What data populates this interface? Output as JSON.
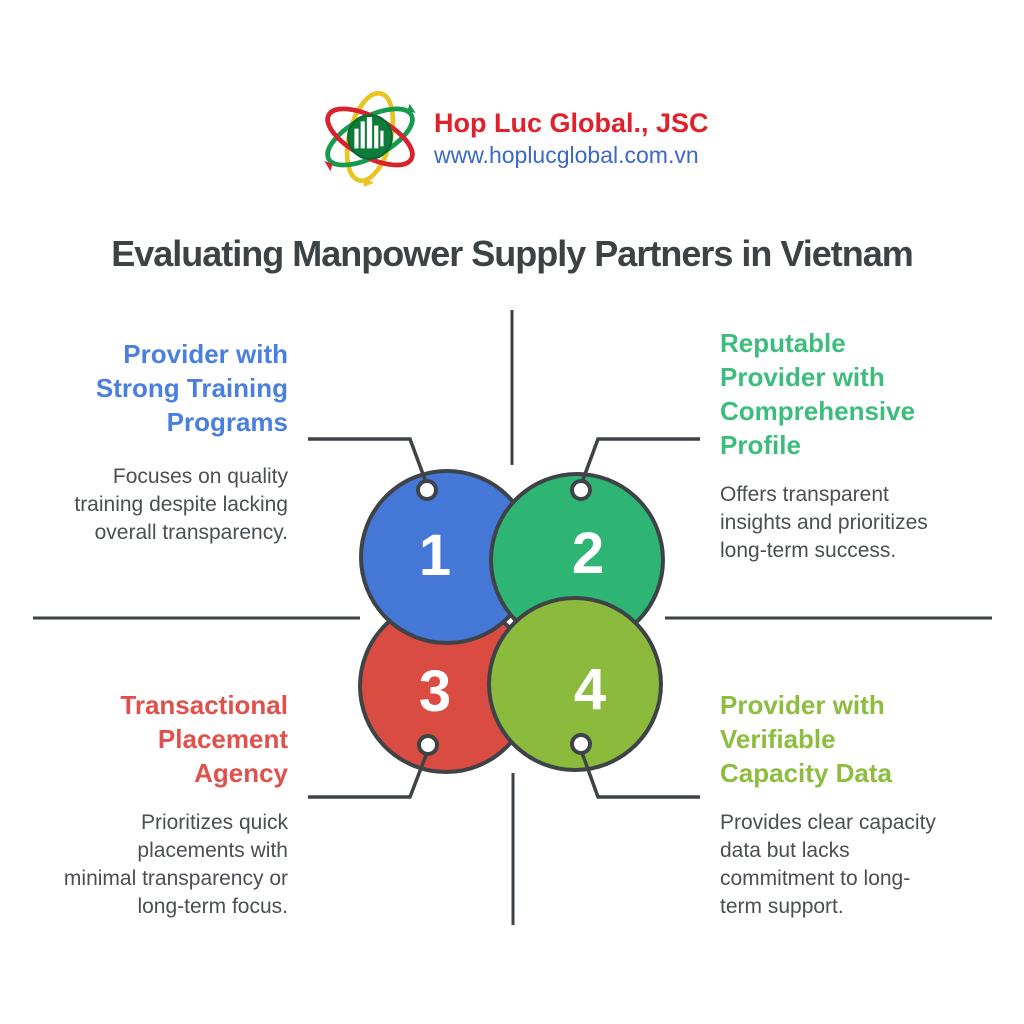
{
  "logo": {
    "company_name": "Hop Luc Global., JSC",
    "website": "www.hoplucglobal.com.vn",
    "icon": "atom-globe-icon",
    "company_color": "#e0202a",
    "website_color": "#3a68c8"
  },
  "title": "Evaluating Manpower Supply Partners in Vietnam",
  "quadrants": {
    "top_left": {
      "number": "1",
      "heading": "Provider with\nStrong Training\nPrograms",
      "body": "Focuses on quality\ntraining despite lacking\noverall transparency.",
      "heading_color": "#4a7fe0"
    },
    "top_right": {
      "number": "2",
      "heading": "Reputable\nProvider with\nComprehensive\nProfile",
      "body": "Offers transparent\ninsights and prioritizes\nlong-term success.",
      "heading_color": "#3dbd7d"
    },
    "bottom_left": {
      "number": "3",
      "heading": "Transactional\nPlacement\nAgency",
      "body": "Prioritizes quick\nplacements with\nminimal transparency or\nlong-term focus.",
      "heading_color": "#e0514c"
    },
    "bottom_right": {
      "number": "4",
      "heading": "Provider with\nVerifiable\nCapacity Data",
      "body": "Provides clear capacity\ndata but lacks\ncommitment to long-\nterm support.",
      "heading_color": "#8cbd3f"
    }
  },
  "diagram": {
    "circles": [
      {
        "number": "1",
        "fill": "#4577d6"
      },
      {
        "number": "2",
        "fill": "#2fb573"
      },
      {
        "number": "3",
        "fill": "#da4b42"
      },
      {
        "number": "4",
        "fill": "#8bba3c"
      }
    ],
    "outline_color": "#3e4348",
    "number_color": "#ffffff"
  }
}
